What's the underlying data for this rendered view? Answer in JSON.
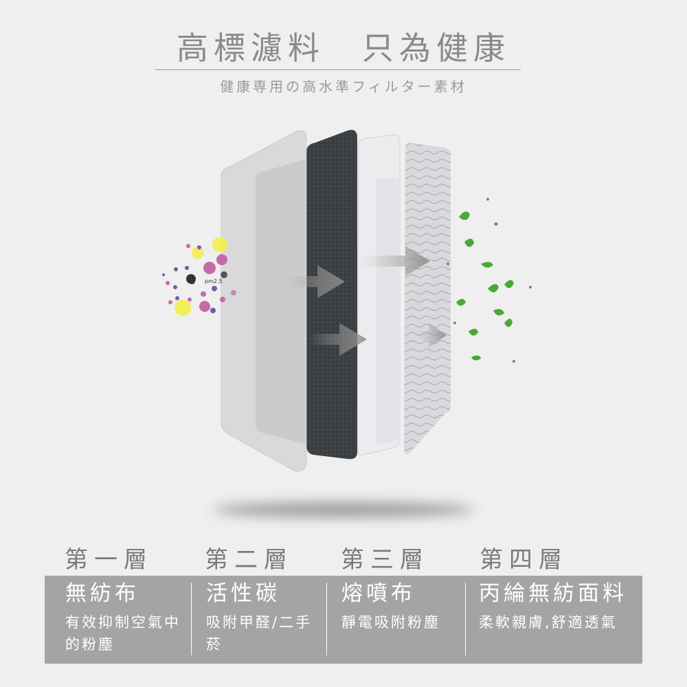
{
  "header": {
    "title": "高標濾料　只為健康",
    "subtitle": "健康専用の高水準フィルター素材"
  },
  "illustration": {
    "particle_label": "pm2.5",
    "colors": {
      "particle_yellow": "#f2ee4a",
      "particle_magenta": "#c46aa8",
      "particle_purple": "#7b57a8",
      "leaf_green": "#4aa83a",
      "carbon_layer": "#3c4043",
      "arrow": "#8d8d8d"
    }
  },
  "layers": [
    {
      "label": "第一層",
      "name": "無紡布",
      "desc": "有效抑制空氣中的粉塵"
    },
    {
      "label": "第二層",
      "name": "活性碳",
      "desc": "吸附甲醛/二手菸"
    },
    {
      "label": "第三層",
      "name": "熔噴布",
      "desc": "靜電吸附粉塵"
    },
    {
      "label": "第四層",
      "name": "丙綸無紡面料",
      "desc": "柔軟親膚,舒適透氣"
    }
  ]
}
